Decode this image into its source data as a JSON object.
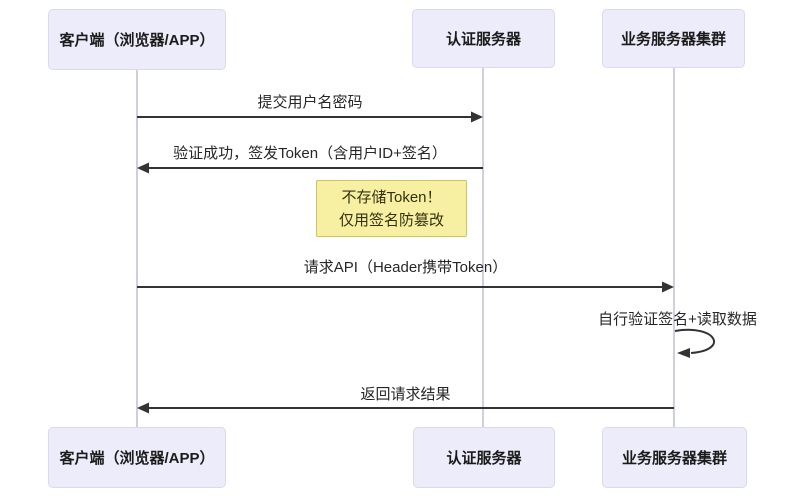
{
  "diagram": {
    "type": "sequence-diagram",
    "colors": {
      "actor_fill": "#ececfa",
      "actor_border": "#d9d9f0",
      "note_fill": "#f7f0a2",
      "note_border": "#d3c35b",
      "lifeline": "#cfcfe0",
      "arrow": "#333333",
      "background": "#ffffff",
      "text": "#262626"
    },
    "actors": [
      {
        "id": "client",
        "label": "客户端（浏览器/APP）"
      },
      {
        "id": "auth",
        "label": "认证服务器"
      },
      {
        "id": "business",
        "label": "业务服务器集群"
      }
    ],
    "messages": [
      {
        "label": "提交用户名密码",
        "from": "client",
        "to": "auth",
        "direction": "right"
      },
      {
        "label": "验证成功，签发Token（含用户ID+签名）",
        "from": "auth",
        "to": "client",
        "direction": "left"
      },
      {
        "label": "请求API（Header携带Token）",
        "from": "client",
        "to": "business",
        "direction": "right"
      },
      {
        "label": "自行验证签名+读取数据",
        "from": "business",
        "to": "business",
        "direction": "self"
      },
      {
        "label": "返回请求结果",
        "from": "business",
        "to": "client",
        "direction": "left"
      }
    ],
    "note": {
      "line1": "不存储Token！",
      "line2": "仅用签名防篡改",
      "attached_to": "auth"
    }
  }
}
